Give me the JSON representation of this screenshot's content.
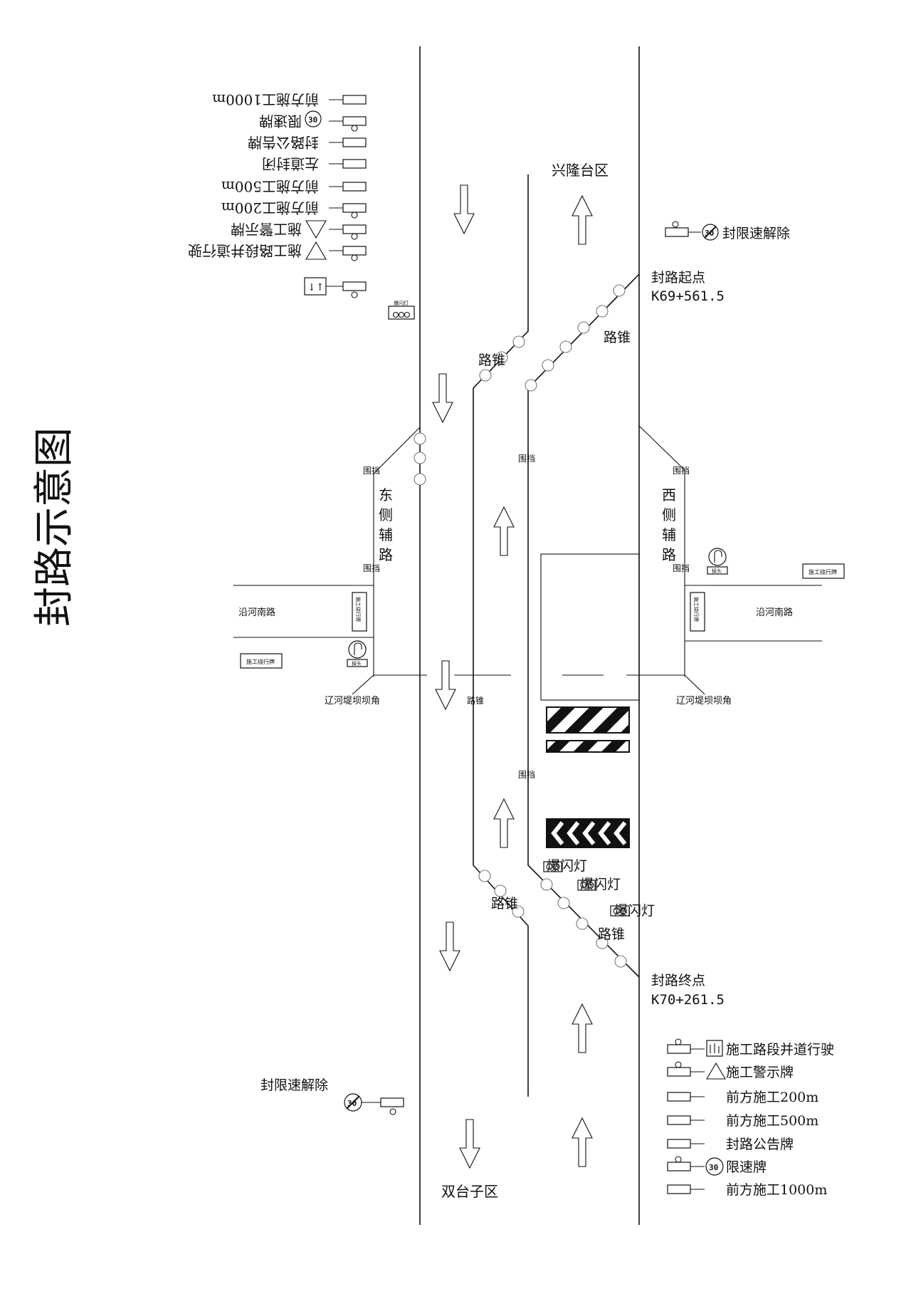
{
  "title": "封路示意图",
  "places": {
    "north": "兴隆台区",
    "south": "双台子区",
    "east_aux_road": "东侧辅路",
    "west_aux_road": "西侧辅路",
    "yanhe_left": "沿河南路",
    "yanhe_right": "沿河南路",
    "levee_left": "辽河堤坝坝角",
    "levee_right": "辽河堤坝坝角"
  },
  "points": {
    "start_label": "封路起点",
    "start_km": "K69+561.5",
    "end_label": "封路终点",
    "end_km": "K70+261.5"
  },
  "labels": {
    "cone": "路锥",
    "barrier": "围挡",
    "flash_light": "爆闪灯",
    "speed_limit_end": "封限速解除",
    "uturn": "掉头",
    "detour": "施工绕行牌",
    "speed_value": "30"
  },
  "legend_top_mirrored": [
    "前方施工1000m",
    "限速牌",
    "封路公告牌",
    "左道封闭",
    "前方施工500m",
    "前方施工200m",
    "施工警示牌",
    "施工路段并道行驶"
  ],
  "legend_bottom": [
    "施工路段并道行驶",
    "施工警示牌",
    "前方施工200m",
    "前方施工500m",
    "封路公告牌",
    "限速牌",
    "前方施工1000m"
  ]
}
